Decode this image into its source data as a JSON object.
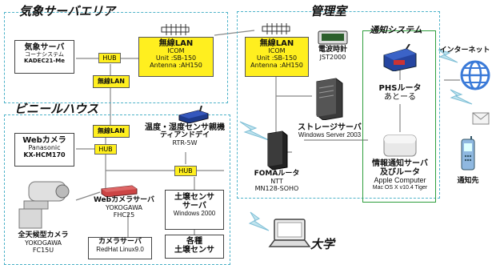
{
  "zones": {
    "weather": {
      "title": "気象サーバエリア"
    },
    "admin": {
      "title": "管理室"
    },
    "greenhouse": {
      "title": "ビニールハウス"
    },
    "notify": {
      "title": "通知システム"
    }
  },
  "hub_label": "HUB",
  "weather_server": {
    "name": "気象サーバ",
    "sub": "コーナシステム",
    "model": "KADEC21-Me"
  },
  "wlan_weather": {
    "name": "無線LAN",
    "maker": "ICOM",
    "unit": "Unit :SB-150",
    "antenna": "Antenna :AH150"
  },
  "wlan_weather_link": {
    "name": "無線LAN"
  },
  "wlan_admin": {
    "name": "無線LAN",
    "maker": "ICOM",
    "unit": "Unit :SB-150",
    "antenna": "Antenna :AH150"
  },
  "radio_clock": {
    "name": "電波時計",
    "model": "JST2000"
  },
  "storage_server": {
    "name": "ストレージサーバ",
    "os": "Windows Server 2003"
  },
  "foma_router": {
    "name": "FOMAルータ",
    "maker": "NTT",
    "model": "MN128-SOHO"
  },
  "phs_router": {
    "name": "PHSルータ",
    "sub": "あとーる"
  },
  "notify_server": {
    "name1": "情報通知サーバ",
    "name2": "及びルータ",
    "maker": "Apple Computer",
    "os": "Mac OS X v10.4 Tiger"
  },
  "internet": {
    "label": "インターネット"
  },
  "notify_target": {
    "label": "通知先"
  },
  "university": {
    "label": "大学"
  },
  "web_camera": {
    "name": "Webカメラ",
    "maker": "Panasonic",
    "model": "KX-HCM170"
  },
  "wlan_greenhouse": {
    "name": "無線LAN"
  },
  "temp_logger": {
    "name": "温度・湿度センサ親機",
    "maker": "ティアンドデイ",
    "model": "RTR-5W"
  },
  "sky_camera": {
    "name": "全天候型カメラ",
    "maker": "YOKOGAWA",
    "model": "FC15U"
  },
  "webcam_server": {
    "name": "Webカメラサーバ",
    "maker": "YOKOGAWA",
    "model": "FHC25"
  },
  "camera_server": {
    "name": "カメラサーバ",
    "os": "RedHat Linux9.0"
  },
  "soil_server": {
    "name1": "土壌センサ",
    "name2": "サーバ",
    "os": "Windows 2000"
  },
  "soil_sensors": {
    "name1": "各種",
    "name2": "土壌センサ"
  },
  "colors": {
    "zone_border": "#4fb3c9",
    "yellow_box": "#ffef1f",
    "notify_border": "#2e9e3c",
    "cloud_blue": "#3a7ad8"
  }
}
